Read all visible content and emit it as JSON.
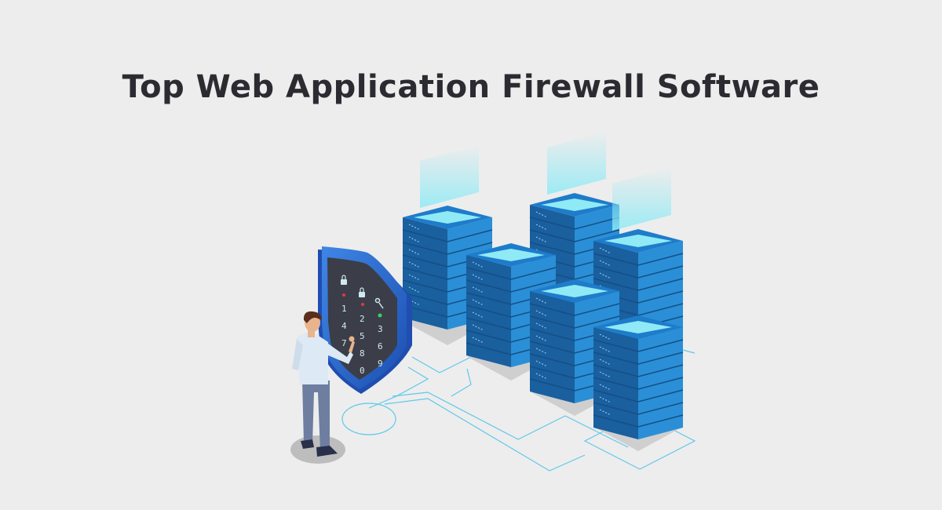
{
  "header": {
    "title": "Top Web Application Firewall Software"
  },
  "illustration": {
    "keypad_digits": [
      "1",
      "2",
      "3",
      "4",
      "5",
      "6",
      "7",
      "8",
      "9",
      "0"
    ],
    "colors": {
      "background": "#ededed",
      "server_blue": "#2a8fd6",
      "server_dark": "#1a5f9e",
      "server_top": "#8feaf5",
      "shield_blue": "#2c6fd1",
      "shield_face": "#3b3e48",
      "circuit_line": "#5ec8ea",
      "keypad_digit": "#cfe9ef"
    }
  }
}
